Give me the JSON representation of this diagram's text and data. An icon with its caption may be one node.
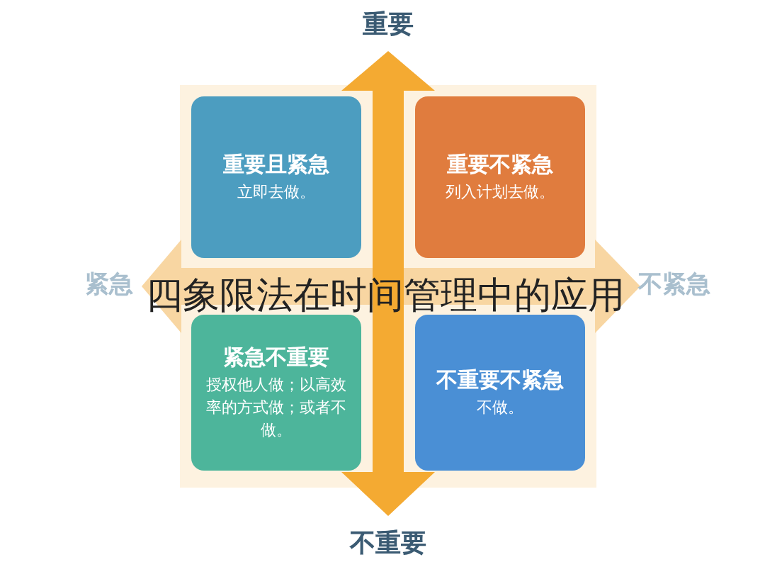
{
  "diagram": {
    "title": "四象限法在时间管理中的应用",
    "nodes": [
      {
        "text": [
          "重要且紧急",
          "立即去做。"
        ]
      },
      {
        "text": [
          "重要不紧急",
          "列入计划去做。"
        ]
      },
      {
        "text": [
          "紧急不重要",
          "授权他人做；以高效率的方式做；或者不做。"
        ]
      },
      {
        "text": [
          "不重要不紧急",
          "不做。"
        ]
      }
    ],
    "labels": [
      "重要",
      "紧急",
      "不紧急",
      "不重要"
    ]
  }
}
